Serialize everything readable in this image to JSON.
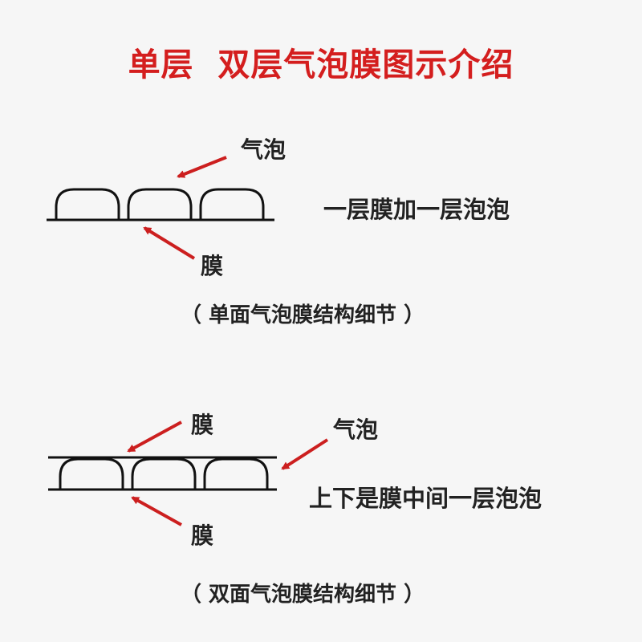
{
  "title": "单层  双层气泡膜图示介绍",
  "single_layer": {
    "bubble_label": "气泡",
    "film_label": "膜",
    "description": "一层膜加一层泡泡",
    "caption": "（ 单面气泡膜结构细节 ）"
  },
  "double_layer": {
    "film_top_label": "膜",
    "bubble_label": "气泡",
    "film_bottom_label": "膜",
    "description": "上下是膜中间一层泡泡",
    "caption": "（ 双面气泡膜结构细节 ）"
  },
  "colors": {
    "title": "#d41e1e",
    "arrow": "#cc1f1f",
    "line": "#111111",
    "text": "#222222"
  }
}
